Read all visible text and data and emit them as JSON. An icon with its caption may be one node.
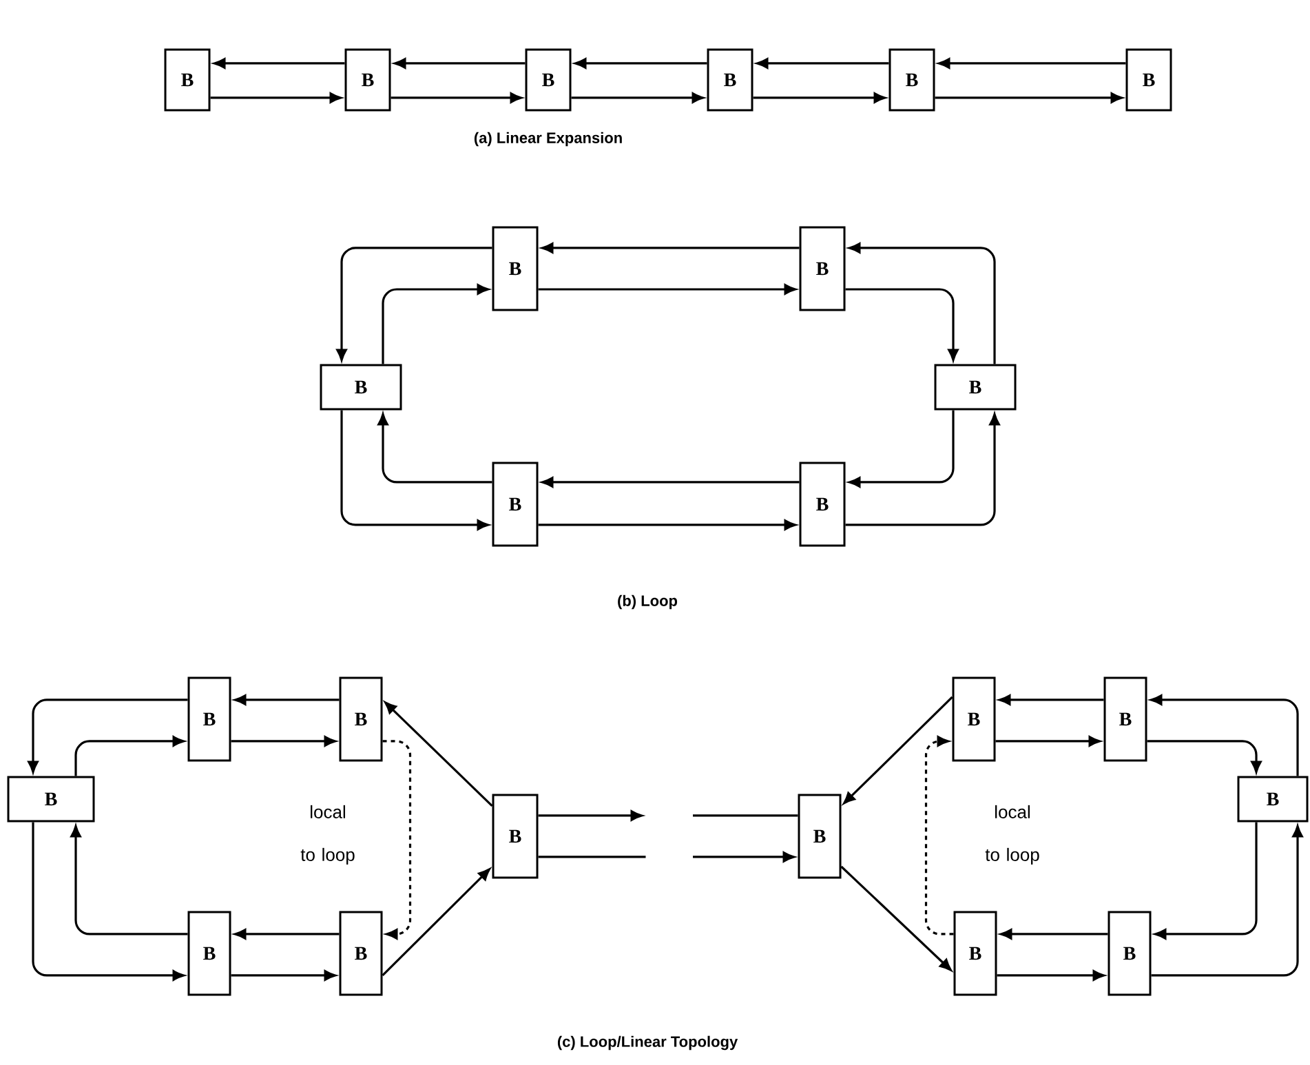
{
  "diagram": {
    "nodes": [
      {
        "text": [
          "B"
        ]
      },
      {
        "text": [
          "B"
        ]
      },
      {
        "text": [
          "B"
        ]
      },
      {
        "text": [
          "B"
        ]
      },
      {
        "text": [
          "B"
        ]
      },
      {
        "text": [
          "B"
        ]
      },
      {
        "text": [
          "B"
        ]
      },
      {
        "text": [
          "B"
        ]
      },
      {
        "text": [
          "B"
        ]
      },
      {
        "text": [
          "B"
        ]
      },
      {
        "text": [
          "B"
        ]
      },
      {
        "text": [
          "B"
        ]
      },
      {
        "text": [
          "B"
        ]
      },
      {
        "text": [
          "B"
        ]
      },
      {
        "text": [
          "B"
        ]
      },
      {
        "text": [
          "B"
        ]
      },
      {
        "text": [
          "B"
        ]
      },
      {
        "text": [
          "B"
        ]
      },
      {
        "text": [
          "B"
        ]
      },
      {
        "text": [
          "B"
        ]
      },
      {
        "text": [
          "B"
        ]
      },
      {
        "text": [
          "B"
        ]
      },
      {
        "text": [
          "B"
        ]
      },
      {
        "text": [
          "B"
        ]
      }
    ],
    "edges": [
      {
        "from": 1,
        "to": 0,
        "arrow": "to"
      },
      {
        "from": 0,
        "to": 1,
        "arrow": "to"
      },
      {
        "from": 2,
        "to": 1,
        "arrow": "to"
      },
      {
        "from": 1,
        "to": 2,
        "arrow": "to"
      },
      {
        "from": 3,
        "to": 2,
        "arrow": "to"
      },
      {
        "from": 2,
        "to": 3,
        "arrow": "to"
      },
      {
        "from": 4,
        "to": 3,
        "arrow": "to"
      },
      {
        "from": 3,
        "to": 4,
        "arrow": "to"
      },
      {
        "from": 5,
        "to": 4,
        "arrow": "to"
      },
      {
        "from": 4,
        "to": 5,
        "arrow": "to"
      },
      {
        "from": 7,
        "to": 6,
        "arrow": "to"
      },
      {
        "from": 9,
        "to": 7,
        "arrow": "to"
      },
      {
        "from": 6,
        "to": 8,
        "arrow": "to"
      },
      {
        "from": 8,
        "to": 6,
        "arrow": "to"
      },
      {
        "from": 6,
        "to": 7,
        "arrow": "to"
      },
      {
        "from": 7,
        "to": 9,
        "arrow": "to"
      },
      {
        "from": 9,
        "to": 11,
        "arrow": "to"
      },
      {
        "from": 11,
        "to": 10,
        "arrow": "to"
      },
      {
        "from": 10,
        "to": 8,
        "arrow": "to"
      },
      {
        "from": 8,
        "to": 10,
        "arrow": "to"
      },
      {
        "from": 10,
        "to": 11,
        "arrow": "to"
      },
      {
        "from": 11,
        "to": 9,
        "arrow": "to"
      },
      {
        "from": 13,
        "to": 12,
        "arrow": "to"
      },
      {
        "from": 12,
        "to": 14,
        "arrow": "to"
      },
      {
        "from": 14,
        "to": 12,
        "arrow": "to"
      },
      {
        "from": 12,
        "to": 13,
        "arrow": "to"
      },
      {
        "from": 17,
        "to": 13,
        "arrow": "to"
      },
      {
        "from": 13,
        "to": 16,
        "arrow": "to",
        "style": "dashed"
      },
      {
        "from": 16,
        "to": 15,
        "arrow": "to"
      },
      {
        "from": 15,
        "to": 14,
        "arrow": "to"
      },
      {
        "from": 14,
        "to": 15,
        "arrow": "to"
      },
      {
        "from": 15,
        "to": 16,
        "arrow": "to"
      },
      {
        "from": 16,
        "to": 17,
        "arrow": "to"
      },
      {
        "from": 17,
        "to": null,
        "arrow": "to"
      },
      {
        "from": 17,
        "to": null,
        "arrow": "none"
      },
      {
        "from": null,
        "to": 18,
        "arrow": "none"
      },
      {
        "from": null,
        "to": 18,
        "arrow": "to"
      },
      {
        "from": 19,
        "to": 18,
        "arrow": "to"
      },
      {
        "from": 18,
        "to": 22,
        "arrow": "to"
      },
      {
        "from": 21,
        "to": 20,
        "arrow": "to"
      },
      {
        "from": 20,
        "to": 19,
        "arrow": "to"
      },
      {
        "from": 19,
        "to": 20,
        "arrow": "to"
      },
      {
        "from": 20,
        "to": 21,
        "arrow": "to"
      },
      {
        "from": 22,
        "to": 19,
        "arrow": "to",
        "style": "dashed"
      },
      {
        "from": 21,
        "to": 23,
        "arrow": "to"
      },
      {
        "from": 23,
        "to": 22,
        "arrow": "to"
      },
      {
        "from": 22,
        "to": 23,
        "arrow": "to"
      },
      {
        "from": 23,
        "to": 21,
        "arrow": "to"
      }
    ],
    "labels": [
      "(a) Linear Expansion",
      "(b) Loop",
      "local to loop",
      "local to loop",
      "(c) Loop/Linear Topology"
    ]
  }
}
